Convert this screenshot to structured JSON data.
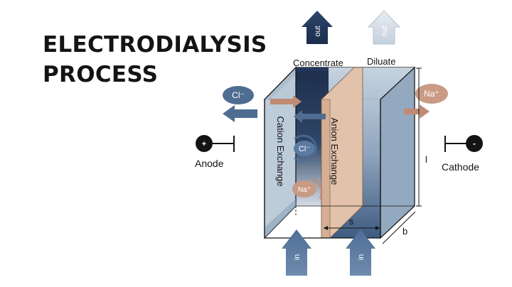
{
  "title": {
    "line1": "ELECTRODIALYSIS",
    "line2": "PROCESS"
  },
  "flows": {
    "out_label": "out",
    "in_label": "in",
    "concentrate": "Concentrate",
    "diluate": "Diluate"
  },
  "membranes": {
    "cation": "Cation Exchange",
    "anion": "Anion Exchange"
  },
  "ions": {
    "chloride": "Cl⁻",
    "sodium": "Na⁺"
  },
  "electrodes": {
    "anode_label": "Anode",
    "anode_sign": "+",
    "cathode_label": "Cathode",
    "cathode_sign": "-"
  },
  "dimensions": {
    "l": "l",
    "s": "s",
    "b": "b"
  },
  "colors": {
    "ink": "#141414",
    "cell_face": "#b7c8d6",
    "cell_dark": "#2f4668",
    "anion_membrane": "#e2c2aa",
    "chloride_ion": "#4f6d93",
    "sodium_ion": "#c99a84",
    "flow_arrow": "#3f5f87"
  }
}
